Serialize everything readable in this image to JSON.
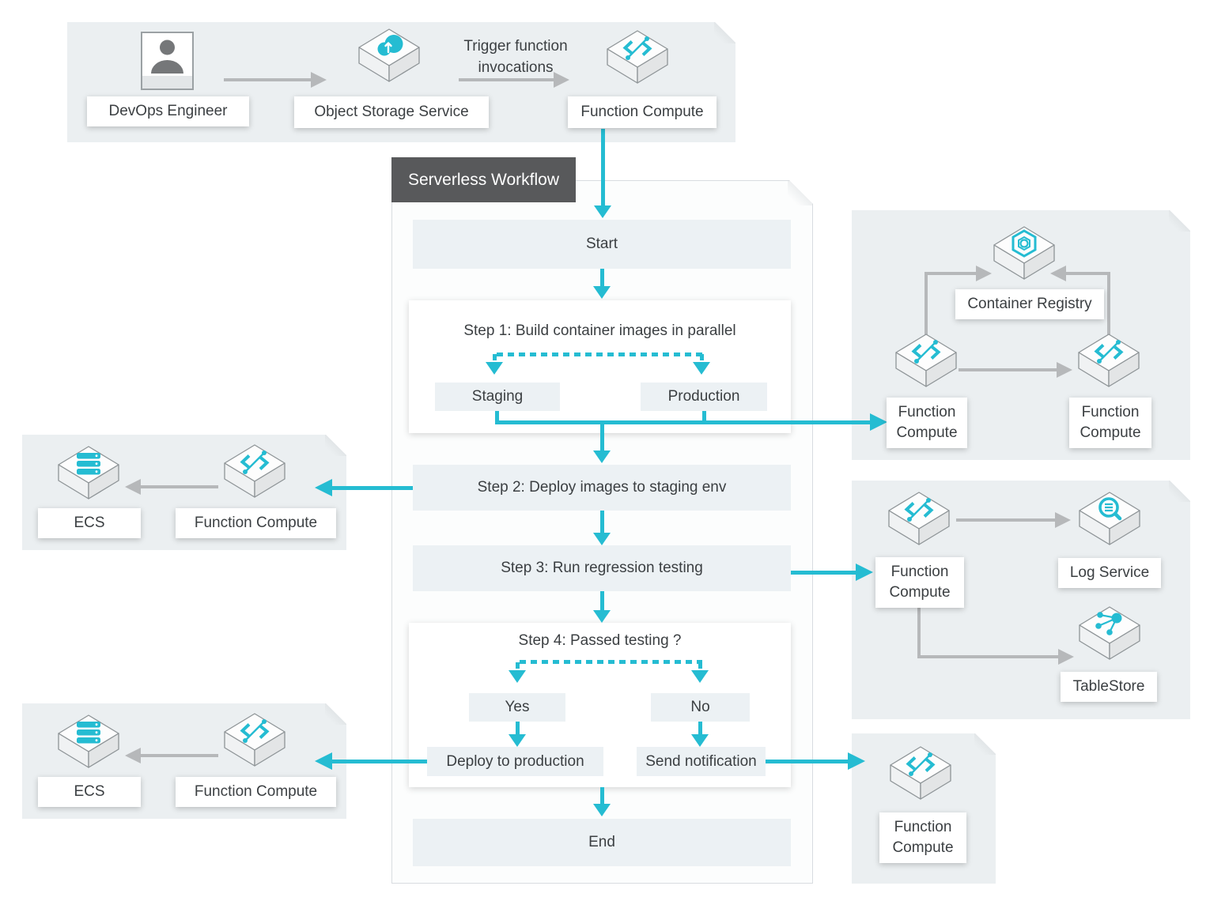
{
  "colors": {
    "cyan": "#25bcd2",
    "arrow_gray": "#b6b8ba",
    "group_bg": "#ebeff1",
    "panel_bg": "#fcfdfd",
    "step_bg": "#ecf1f4",
    "header_bg": "#58595b",
    "text": "#3b3f42",
    "icon_cyan": "#25bcd2"
  },
  "upload_flow": {
    "devops": "DevOps Engineer",
    "oss": "Object Storage Service",
    "caption": "Trigger function invocations",
    "fc": "Function Compute"
  },
  "workflow": {
    "title": "Serverless Workflow",
    "start": "Start",
    "step1": {
      "title": "Step 1: Build container images in parallel",
      "branches": [
        "Staging",
        "Production"
      ]
    },
    "step2": "Step 2: Deploy images to staging env",
    "step3": "Step 3: Run regression testing",
    "step4": {
      "title": "Step 4: Passed testing ?",
      "yes": "Yes",
      "no": "No",
      "yes_action": "Deploy to production",
      "no_action": "Send notification"
    },
    "end": "End"
  },
  "build_group": {
    "registry": "Container Registry",
    "fc_staging": "Function Compute",
    "fc_production": "Function Compute"
  },
  "testing_group": {
    "fc": "Function Compute",
    "log": "Log Service",
    "table": "TableStore"
  },
  "staging_deploy_group": {
    "ecs": "ECS",
    "fc": "Function Compute"
  },
  "production_deploy_group": {
    "ecs": "ECS",
    "fc": "Function Compute"
  },
  "notification_group": {
    "fc": "Function Compute"
  }
}
